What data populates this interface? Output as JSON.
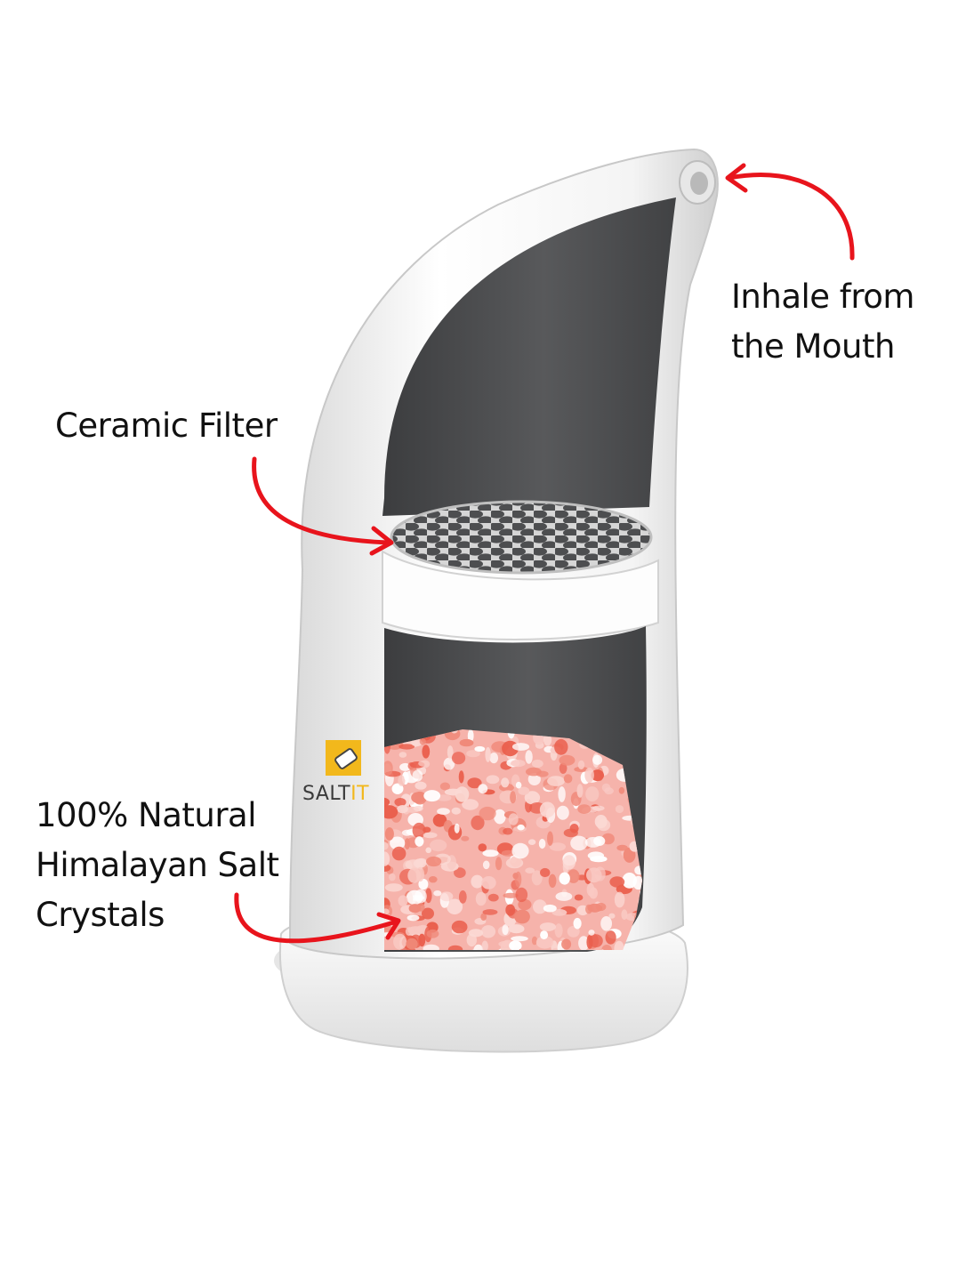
{
  "labels": {
    "mouth": [
      "Inhale from",
      "the Mouth"
    ],
    "filter": [
      "Ceramic Filter"
    ],
    "salt": [
      "100% Natural",
      "Himalayan Salt",
      "Crystals"
    ]
  },
  "logo": {
    "primary": "SALT",
    "secondary": "IT"
  },
  "colors": {
    "arrow": "#e8141c",
    "body": "#ffffff",
    "interior": "#4a4b4d",
    "salt_light": "#f9c9c3",
    "salt_dark": "#ea5f4d",
    "logo_yellow": "#f2b81c"
  }
}
